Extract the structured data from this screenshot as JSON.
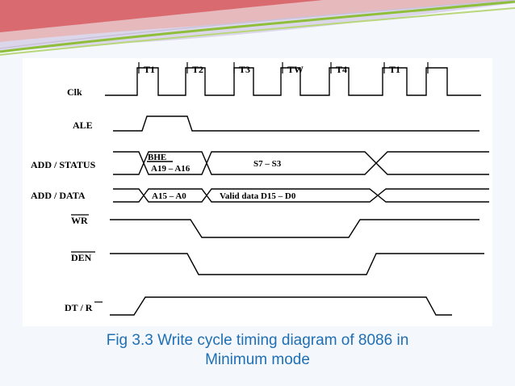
{
  "diagram": {
    "signals": {
      "clk": "Clk",
      "ale": "ALE",
      "add_status": "ADD / STATUS",
      "add_data": "ADD / DATA",
      "wr": "WR",
      "den": "DEN",
      "dt_r": "DT / R"
    },
    "t_states": [
      "T1",
      "T2",
      "T3",
      "TW",
      "T4",
      "T1"
    ],
    "bus_boxes": {
      "bhe": "BHE",
      "a19_a16": "A19 – A16",
      "s7_s3": "S7 – S3",
      "a15_a0": "A15 – A0",
      "valid_data": "Valid data D15 – D0"
    }
  },
  "caption": {
    "line1": "Fig 3.3 Write cycle timing diagram of  8086 in",
    "line2": "Minimum mode"
  },
  "colors": {
    "caption": "#1f6fb5",
    "band_green": "#8fbf3a",
    "band_red": "#d9534f",
    "background": "#f4f7fb"
  }
}
